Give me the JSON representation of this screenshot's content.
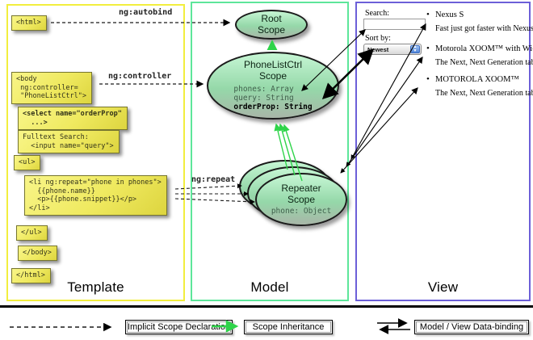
{
  "panels": {
    "template": {
      "title": "Template"
    },
    "model": {
      "title": "Model"
    },
    "view": {
      "title": "View"
    }
  },
  "arrow_labels": {
    "autobind": "ng:autobind",
    "controller": "ng:controller",
    "repeat": "ng:repeat"
  },
  "template_code": {
    "html_open": "<html>",
    "body_open": "<body\n ng:controller=\n \"PhoneListCtrl\">",
    "select": "<select name=\"orderProp\"\n  ...>",
    "fulltext": "Fulltext Search:\n  <input name=\"query\">",
    "ul_open": "<ul>",
    "li_repeat": "<li ng:repeat=\"phone in phones\">\n  {{phone.name}}\n  <p>{{phone.snippet}}</p>\n</li>",
    "ul_close": "</ul>",
    "body_close": "</body>",
    "html_close": "</html>"
  },
  "model": {
    "root_scope": {
      "title": "Root Scope"
    },
    "phonelist_scope": {
      "title": "PhoneListCtrl Scope",
      "props": [
        "phones: Array",
        "query: String",
        "orderProp: String"
      ]
    },
    "repeater_scope": {
      "title": "Repeater Scope",
      "prop": "phone: Object"
    }
  },
  "view": {
    "search_label": "Search:",
    "search_value": "",
    "sort_label": "Sort by:",
    "sort_value": "Newest",
    "items": [
      {
        "name": "Nexus S",
        "desc": "Fast just got faster with Nexus S."
      },
      {
        "name": "Motorola XOOM™ with Wi-Fi",
        "desc": "The Next, Next Generation tablet."
      },
      {
        "name": "MOTOROLA XOOM™",
        "desc": "The Next, Next Generation tablet."
      }
    ]
  },
  "legend": {
    "implicit": "Implicit Scope Declaration",
    "inheritance": "Scope Inheritance",
    "databinding": "Model / View Data-binding"
  },
  "colors": {
    "template_border": "#f2ee3e",
    "model_border": "#5de69a",
    "view_border": "#6c5fd8",
    "scope_green": "#30d04a",
    "box_yellow": "#efe95f"
  }
}
